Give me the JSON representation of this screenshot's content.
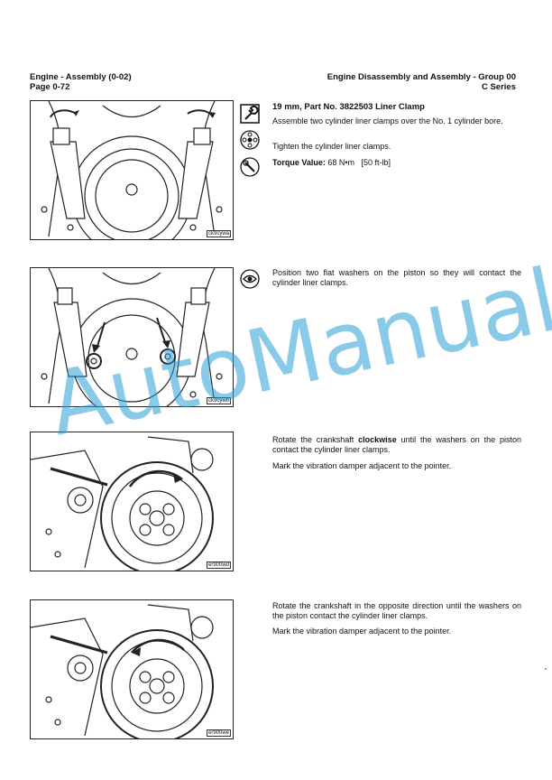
{
  "header": {
    "left_line1": "Engine - Assembly (0-02)",
    "left_line2": "Page 0-72",
    "right_line1": "Engine Disassembly and Assembly - Group 00",
    "right_line2": "C Series"
  },
  "figures": [
    {
      "code": "ck9cywa"
    },
    {
      "code": "ck9cywb"
    },
    {
      "code": "er900wd"
    },
    {
      "code": "er900we"
    }
  ],
  "step1": {
    "title": "19 mm, Part No. 3822503 Liner Clamp",
    "text_a": "Assemble two cylinder liner clamps over the No. 1 cylinder bore.",
    "text_b": "Tighten the cylinder liner clamps.",
    "torque_label": "Torque Value:",
    "torque_value": "68 N•m",
    "torque_alt": "[50 ft-lb]"
  },
  "step2": {
    "text": "Position two flat washers on the piston so they will contact the cylinder liner clamps."
  },
  "step3": {
    "text_pre": "Rotate the crankshaft ",
    "text_bold": "clockwise",
    "text_post": " until the washers on the piston contact the cylinder liner clamps.",
    "text_b": "Mark the vibration damper adjacent to the pointer."
  },
  "step4": {
    "text": "Rotate the crankshaft in the opposite direction until the washers on the piston contact the cylinder liner clamps.",
    "text_b": "Mark the vibration damper adjacent to the pointer."
  },
  "watermark": "AutoManual",
  "icons": [
    "wrench-icon",
    "tighten-bolt-pattern-icon",
    "torque-wrench-icon",
    "eye-icon"
  ]
}
